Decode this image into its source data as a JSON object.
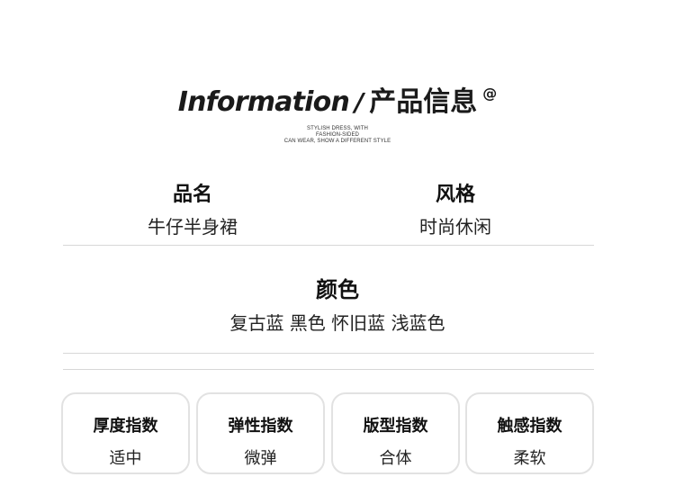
{
  "header": {
    "title_en": "Information",
    "title_slash": "/",
    "title_zh": "产品信息",
    "title_mark": "@",
    "tagline": [
      "STYLISH DRESS, WITH",
      "FASHION-SIDED",
      "CAN WEAR, SHOW A DIFFERENT STYLE"
    ]
  },
  "fields": {
    "name": {
      "label": "品名",
      "value": "牛仔半身裙"
    },
    "style": {
      "label": "风格",
      "value": "时尚休闲"
    },
    "color": {
      "label": "颜色",
      "value": "复古蓝 黑色 怀旧蓝 浅蓝色"
    }
  },
  "indices": [
    {
      "label": "厚度指数",
      "value": "适中"
    },
    {
      "label": "弹性指数",
      "value": "微弹"
    },
    {
      "label": "版型指数",
      "value": "合体"
    },
    {
      "label": "触感指数",
      "value": "柔软"
    }
  ],
  "colors": {
    "highlight": "#f0e21b",
    "divider": "#d7d7d7",
    "card_border": "#e2e2e2"
  }
}
